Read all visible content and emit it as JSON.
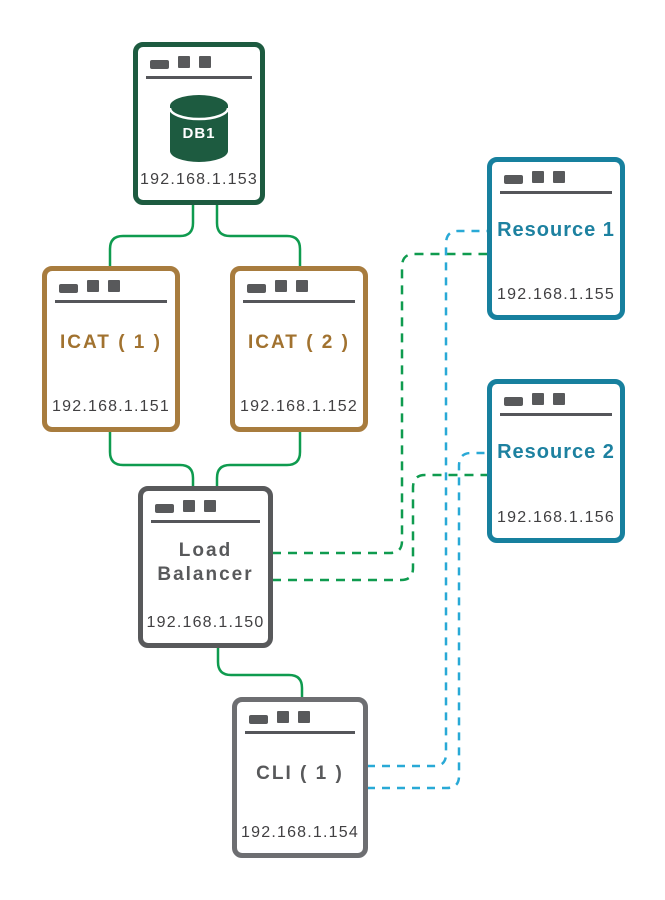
{
  "diagram": {
    "nodes": {
      "db1": {
        "label": "DB1",
        "ip": "192.168.1.153",
        "role": "database server"
      },
      "icat1": {
        "label": "ICAT ( 1 )",
        "ip": "192.168.1.151",
        "role": "icat server"
      },
      "icat2": {
        "label": "ICAT ( 2 )",
        "ip": "192.168.1.152",
        "role": "icat server"
      },
      "load_balancer": {
        "label": "Load Balancer",
        "ip": "192.168.1.150",
        "role": "load balancer"
      },
      "cli1": {
        "label": "CLI ( 1 )",
        "ip": "192.168.1.154",
        "role": "cli client"
      },
      "resource1": {
        "label": "Resource 1",
        "ip": "192.168.1.155",
        "role": "resource server"
      },
      "resource2": {
        "label": "Resource 2",
        "ip": "192.168.1.156",
        "role": "resource server"
      }
    },
    "connections": [
      {
        "from": "db1",
        "to": "icat1",
        "style": "solid",
        "color": "#0f9b4f"
      },
      {
        "from": "db1",
        "to": "icat2",
        "style": "solid",
        "color": "#0f9b4f"
      },
      {
        "from": "icat1",
        "to": "load_balancer",
        "style": "solid",
        "color": "#0f9b4f"
      },
      {
        "from": "icat2",
        "to": "load_balancer",
        "style": "solid",
        "color": "#0f9b4f"
      },
      {
        "from": "load_balancer",
        "to": "cli1",
        "style": "solid",
        "color": "#0f9b4f"
      },
      {
        "from": "load_balancer",
        "to": "resource1",
        "style": "dashed",
        "color": "#0f9b4f"
      },
      {
        "from": "load_balancer",
        "to": "resource2",
        "style": "dashed",
        "color": "#0f9b4f"
      },
      {
        "from": "cli1",
        "to": "resource1",
        "style": "dashed",
        "color": "#29a9d6"
      },
      {
        "from": "cli1",
        "to": "resource2",
        "style": "dashed",
        "color": "#29a9d6"
      }
    ],
    "colors": {
      "db1_border": "#1d5b40",
      "icat_border": "#a87c3e",
      "icat_text": "#a1722f",
      "load_balancer_border": "#58595b",
      "cli_border": "#6d6e71",
      "resource_border": "#17809e",
      "resource_text": "#1d81a0",
      "solid_link_green": "#0f9b4f",
      "dashed_link_green": "#0f9b4f",
      "dashed_link_teal": "#29a9d6",
      "ip_text": "#414042",
      "window_chrome": "#58595b"
    },
    "icons": {
      "db1": "database-cylinder-icon",
      "db1_icon_text": "DB1",
      "window_chrome": [
        "minimize-dash-icon",
        "square-icon",
        "square-icon"
      ]
    }
  }
}
